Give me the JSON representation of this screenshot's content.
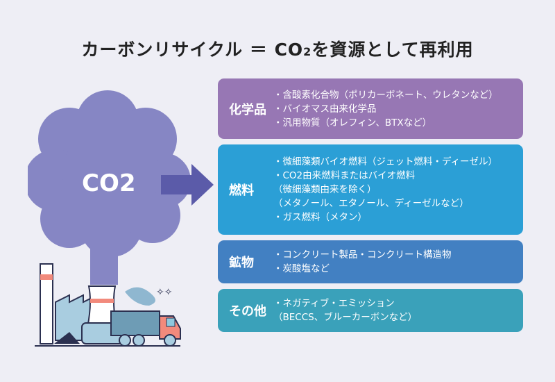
{
  "title": {
    "prefix": "カーボンリサイクル ＝ CO",
    "sub": "2",
    "suffix": "を資源として再利用"
  },
  "cloud": {
    "label": "CO2"
  },
  "colors": {
    "background": "#eeeef5",
    "cloud": "#8686c4",
    "arrow": "#5b5ba9",
    "chemicals": "#9777b4",
    "fuels": "#2b9fd6",
    "minerals": "#4280c2",
    "others": "#3aa1ba"
  },
  "categories": [
    {
      "label": "化学品",
      "items": [
        "・含酸素化合物（ポリカーボネート、ウレタンなど）",
        "・バイオマス由来化学品",
        "・汎用物質（オレフィン、BTXなど）"
      ]
    },
    {
      "label": "燃料",
      "items": [
        "・微細藻類バイオ燃料（ジェット燃料・ディーゼル）",
        "・CO2由来燃料またはバイオ燃料",
        "（微細藻類由来を除く）",
        "（メタノール、エタノール、ディーゼルなど）",
        "・ガス燃料（メタン）"
      ]
    },
    {
      "label": "鉱物",
      "items": [
        "・コンクリート製品・コンクリート構造物",
        "・炭酸塩など"
      ]
    },
    {
      "label": "その他",
      "items": [
        "・ネガティブ・エミッション",
        "（BECCS、ブルーカーボンなど）"
      ]
    }
  ]
}
